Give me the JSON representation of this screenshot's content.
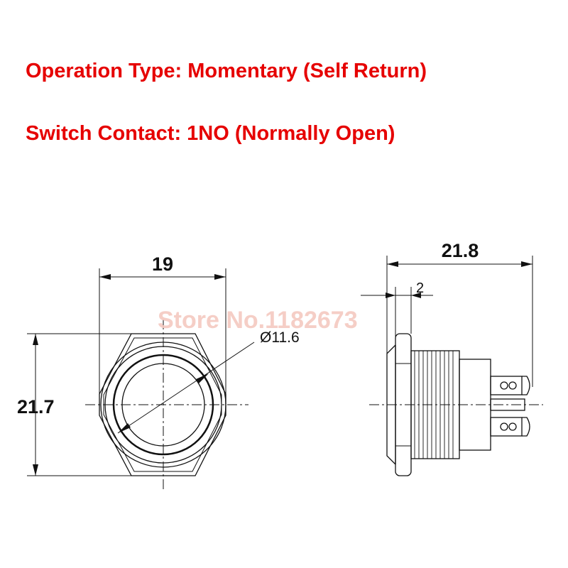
{
  "header": {
    "operation_type": "Operation Type: Momentary (Self Return)",
    "switch_contact": "Switch Contact: 1NO (Normally Open)"
  },
  "front_view": {
    "width_dim": "19",
    "height_dim": "21.7",
    "diameter_dim": "Ø11.6"
  },
  "side_view": {
    "length_dim": "21.8",
    "nut_dim": "2"
  },
  "watermark": "Store No.1182673",
  "colors": {
    "headline": "#e60000",
    "watermark": "#f4c9c0",
    "lines": "#111111"
  }
}
